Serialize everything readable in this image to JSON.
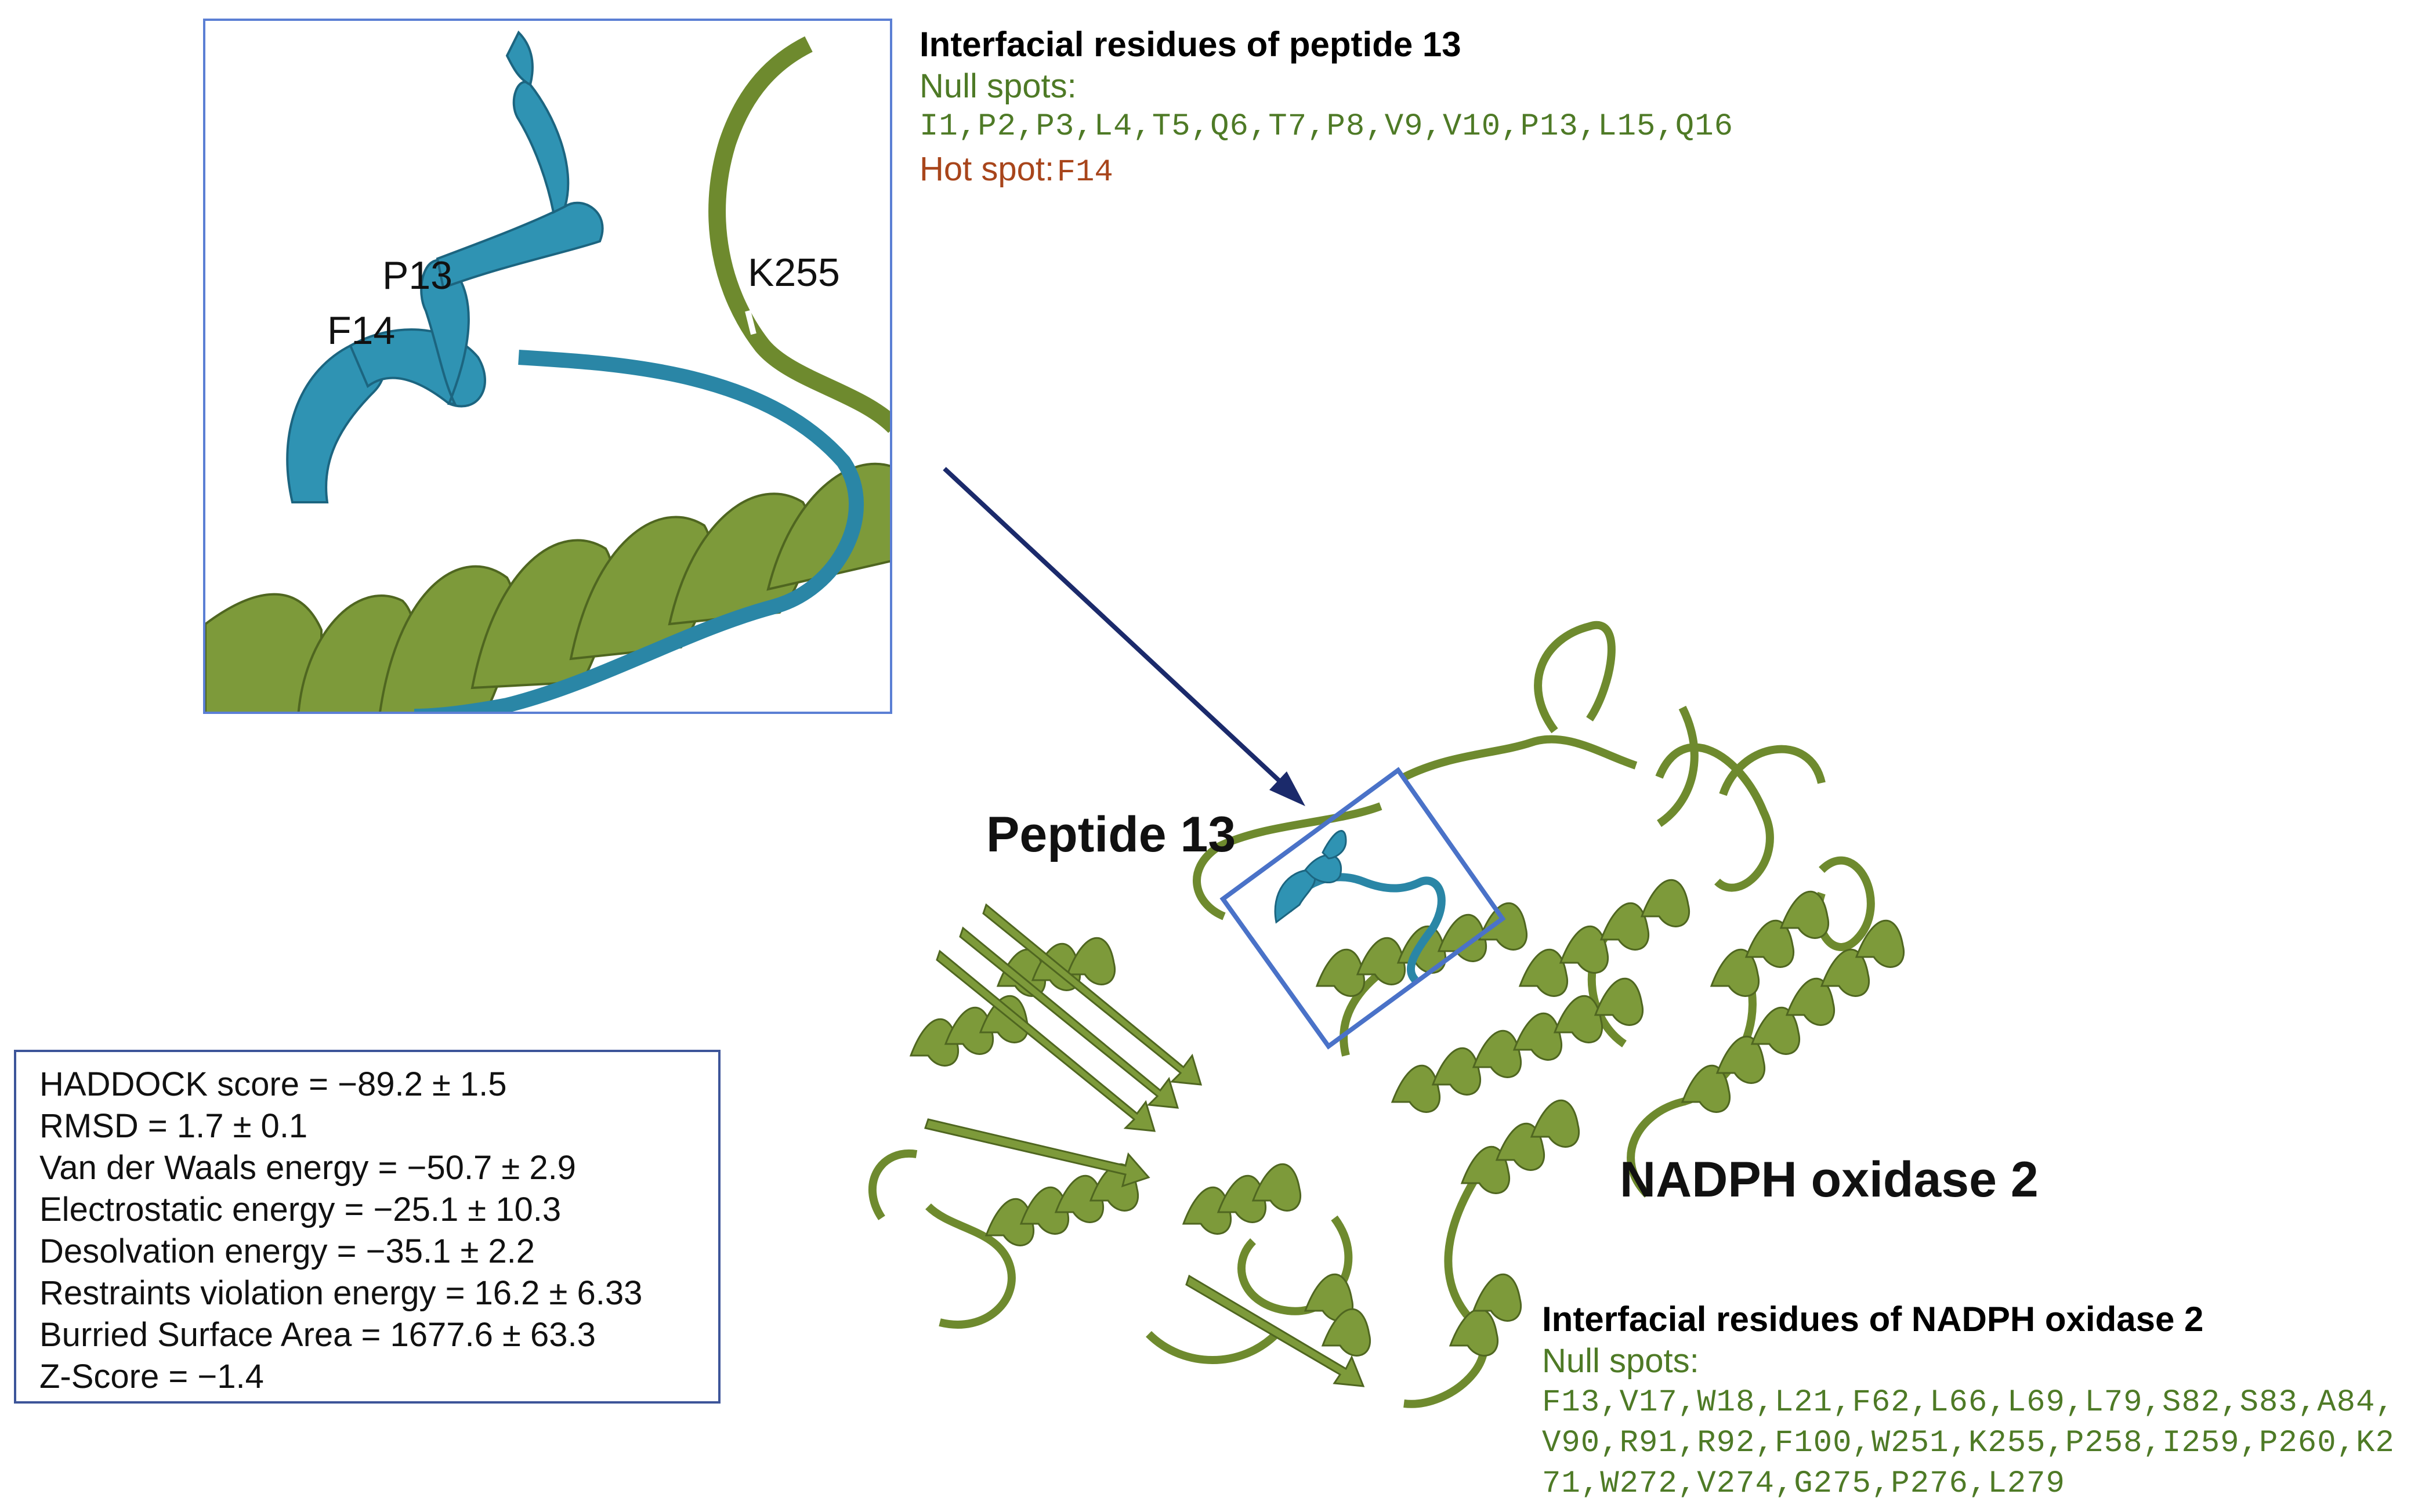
{
  "inset": {
    "labels": {
      "p13": "P13",
      "f14": "F14",
      "k255": "K255"
    }
  },
  "peptide_panel": {
    "title": "Interfacial residues of peptide 13",
    "null_label": "Null spots:",
    "null_residues": "I1,P2,P3,L4,T5,Q6,T7,P8,V9,V10,P13,L15,Q16",
    "hot_label": "Hot spot:",
    "hot_residues": "F14"
  },
  "labels": {
    "peptide": "Peptide 13",
    "protein": "NADPH oxidase 2"
  },
  "stats": [
    "HADDOCK score = −89.2 ± 1.5",
    "RMSD = 1.7 ± 0.1",
    "Van der Waals energy = −50.7 ± 2.9",
    "Electrostatic energy = −25.1 ± 10.3",
    "Desolvation energy = −35.1 ± 2.2",
    "Restraints violation energy = 16.2 ± 6.33",
    "Burried Surface Area = 1677.6 ± 63.3",
    "Z-Score = −1.4"
  ],
  "nox_panel": {
    "title": "Interfacial residues of NADPH oxidase 2",
    "null_label": "Null spots:",
    "null_residues": "F13,V17,W18,L21,F62,L66,L69,L79,S82,S83,A84,V90,R91,R92,F100,W251,K255,P258,I259,P260,K271,W272,V274,G275,P276,L279"
  },
  "colors": {
    "protein": "#6e8a2e",
    "peptide": "#2a86a6",
    "arrow": "#1b2a6b",
    "box": "#4a72c8"
  }
}
